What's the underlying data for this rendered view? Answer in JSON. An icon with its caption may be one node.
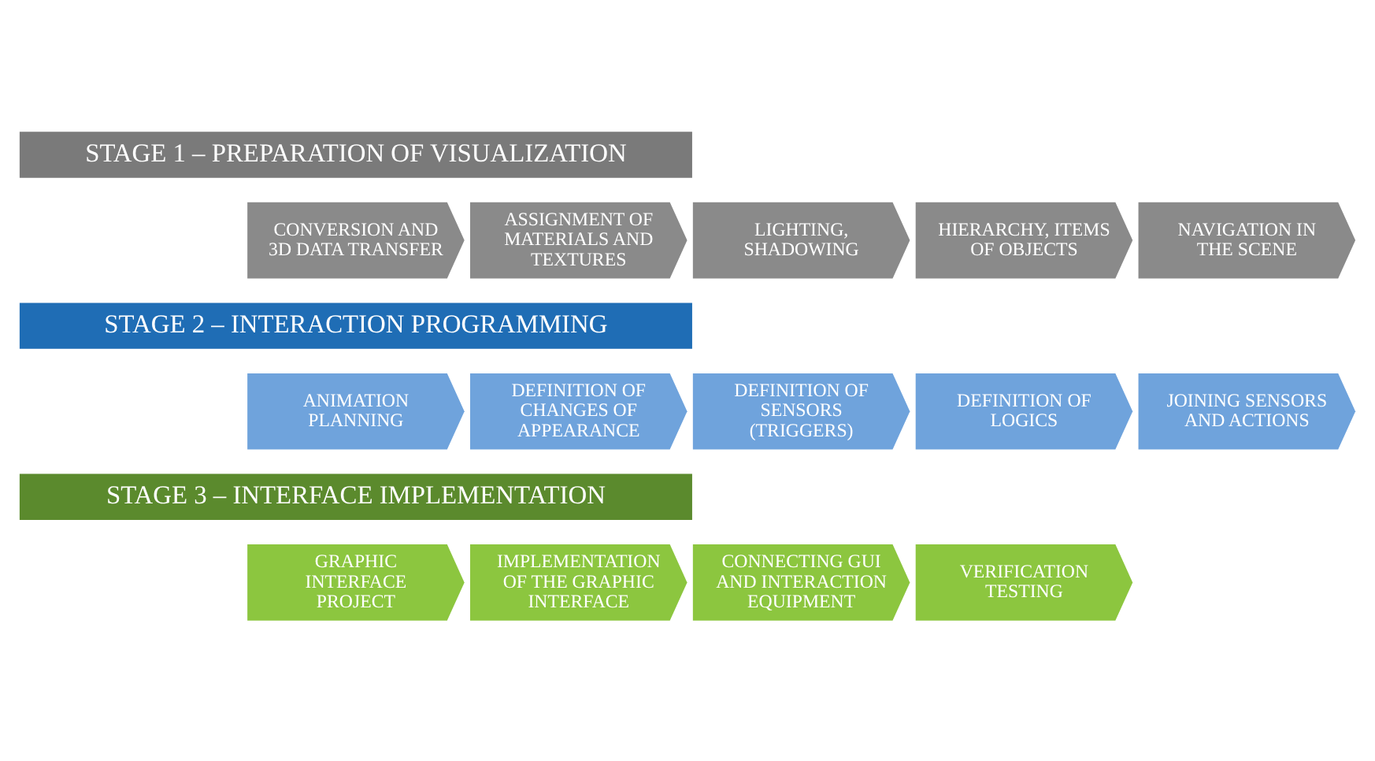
{
  "diagram": {
    "nodes": [
      {
        "text": [
          "STAGE 1 – PREPARATION OF VISUALIZATION"
        ]
      },
      {
        "text": [
          "CONVERSION AND 3D DATA TRANSFER"
        ]
      },
      {
        "text": [
          "ASSIGNMENT OF MATERIALS AND TEXTURES"
        ]
      },
      {
        "text": [
          "LIGHTING, SHADOWING"
        ]
      },
      {
        "text": [
          "HIERARCHY, ITEMS OF OBJECTS"
        ]
      },
      {
        "text": [
          "NAVIGATION IN THE SCENE"
        ]
      },
      {
        "text": [
          "STAGE 2 – INTERACTION PROGRAMMING"
        ]
      },
      {
        "text": [
          "ANIMATION PLANNING"
        ]
      },
      {
        "text": [
          "DEFINITION OF CHANGES OF APPEARANCE"
        ]
      },
      {
        "text": [
          "DEFINITION OF SENSORS (TRIGGERS)"
        ]
      },
      {
        "text": [
          "DEFINITION OF LOGICS"
        ]
      },
      {
        "text": [
          "JOINING SENSORS AND ACTIONS"
        ]
      },
      {
        "text": [
          "STAGE 3 – INTERFACE IMPLEMENTATION"
        ]
      },
      {
        "text": [
          "GRAPHIC INTERFACE PROJECT"
        ]
      },
      {
        "text": [
          "IMPLEMENTATION OF THE GRAPHIC INTERFACE"
        ]
      },
      {
        "text": [
          "CONNECTING GUI AND INTERACTION EQUIPMENT"
        ]
      },
      {
        "text": [
          "VERIFICATION TESTING"
        ]
      }
    ],
    "edges": []
  }
}
